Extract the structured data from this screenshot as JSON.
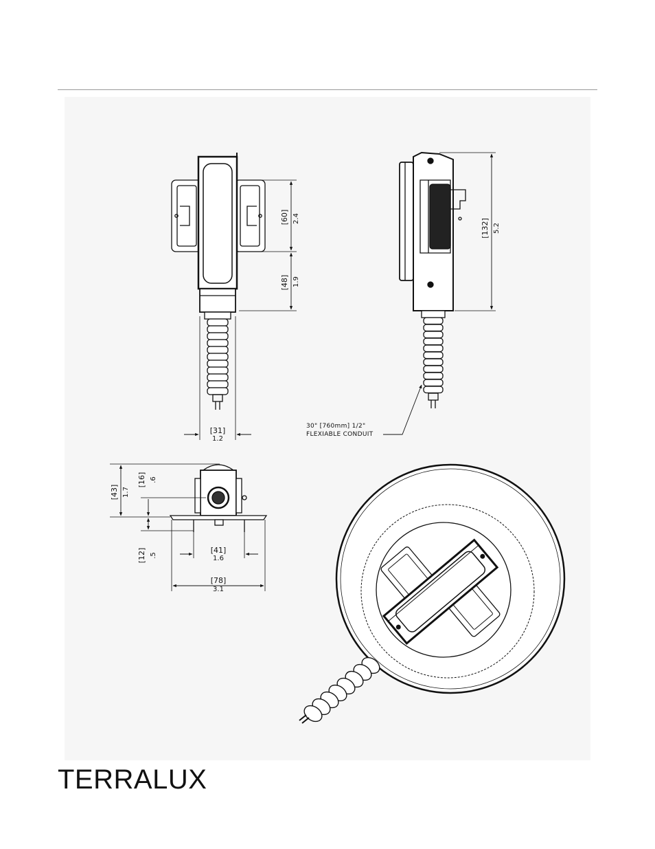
{
  "brand": {
    "logo_text": "TERRALUX"
  },
  "drawing": {
    "front_view": {
      "dim_height_upper_mm": "[60]",
      "dim_height_upper_in": "2.4",
      "dim_height_lower_mm": "[48]",
      "dim_height_lower_in": "1.9",
      "dim_width_mm": "[31]",
      "dim_width_in": "1.2"
    },
    "side_view": {
      "dim_height_mm": "[132]",
      "dim_height_in": "5.2",
      "conduit_note_line1": "30\" [760mm] 1/2\"",
      "conduit_note_line2": "FLEXIABLE CONDUIT"
    },
    "bottom_view": {
      "dim_height_mm": "[43]",
      "dim_height_in": "1.7",
      "dim_offset_mm": "[16]",
      "dim_offset_in": ".6",
      "dim_bracket_mm": "[12]",
      "dim_bracket_in": ".5",
      "dim_inner_mm": "[41]",
      "dim_inner_in": "1.6",
      "dim_overall_mm": "[78]",
      "dim_overall_in": "3.1"
    }
  }
}
